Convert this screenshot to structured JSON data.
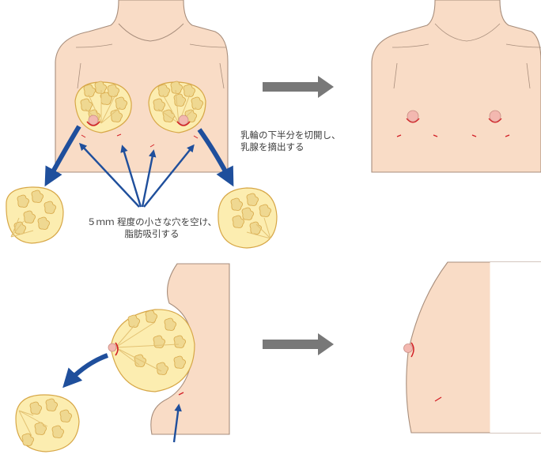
{
  "captions": {
    "areola_incision": [
      "乳輪の下半分を切開し、",
      "乳腺を摘出する"
    ],
    "liposuction": [
      "５ｍｍ 程度の小さな穴を空け、",
      "脂肪吸引する"
    ]
  },
  "colors": {
    "skin": "#f9dcc6",
    "skin_outline": "#a88e7c",
    "gland_fill": "#fcedb0",
    "gland_outline": "#d7a747",
    "lobule": "#efd891",
    "incision": "#d31f26",
    "arrow_blue": "#1f4f9c",
    "arrow_gray": "#787878",
    "nipple": "#f3b8b0"
  },
  "icons": [
    "blue-arrow",
    "gray-arrow"
  ]
}
